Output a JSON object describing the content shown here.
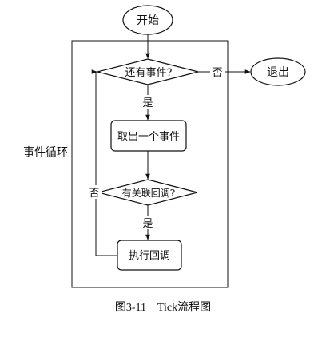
{
  "flowchart": {
    "start": "开始",
    "exit": "退出",
    "loop_label": "事件循环",
    "decision_has_events": "还有事件?",
    "branch_no_exit": "否",
    "branch_yes_1": "是",
    "take_event": "取出一个事件",
    "decision_callback": "有关联回调?",
    "branch_no_loop": "否",
    "branch_yes_2": "是",
    "execute_callback": "执行回调"
  },
  "caption": "图3-11    Tick流程图"
}
